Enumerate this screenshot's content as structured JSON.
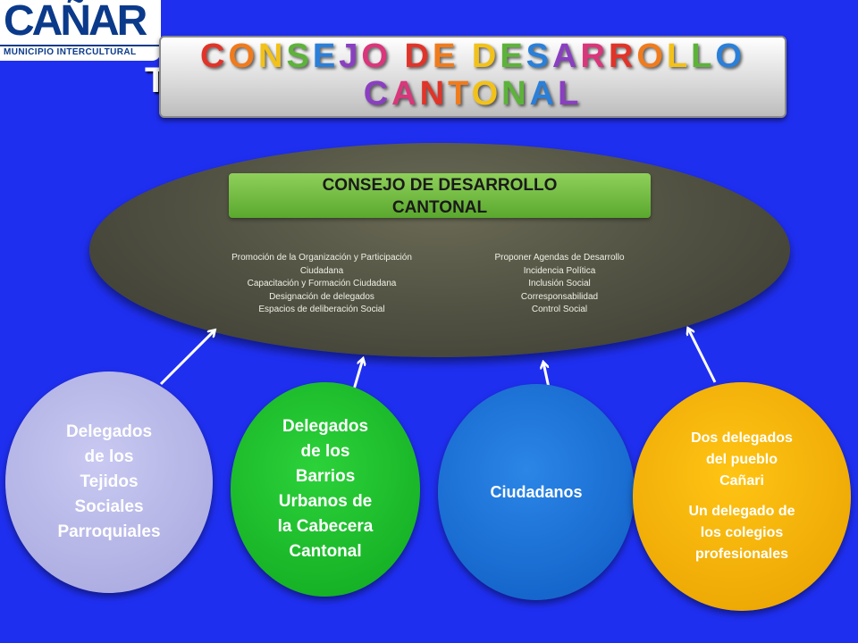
{
  "logo": {
    "name": "CAÑAR",
    "subtitle": "MUNICIPIO INTERCULTURAL"
  },
  "stray_letter": "T",
  "title": {
    "line1": "CONSEJO DE DESARROLLO",
    "line2": "CANTONAL",
    "letter_colors": [
      "#e0342a",
      "#f07b1c",
      "#f2c21a",
      "#5db33a",
      "#2a7fd9",
      "#8a3fc1",
      "#d9367b"
    ]
  },
  "council": {
    "heading_line1": "CONSEJO DE DESARROLLO",
    "heading_line2": "CANTONAL",
    "left_items": [
      "Promoción de la Organización y Participación",
      "Ciudadana",
      "Capacitación y Formación Ciudadana",
      "Designación de delegados",
      "Espacios de deliberación Social"
    ],
    "right_items": [
      "Proponer Agendas de Desarrollo",
      "Incidencia Política",
      "Inclusión Social",
      "Corresponsabilidad",
      "Control Social"
    ]
  },
  "groups": [
    {
      "lines": [
        "Delegados",
        "de los",
        "Tejidos",
        "Sociales",
        "Parroquiales"
      ],
      "color": "#a5a5dd"
    },
    {
      "lines": [
        "Delegados",
        "de los",
        "Barrios",
        "Urbanos de",
        "la Cabecera",
        "Cantonal"
      ],
      "color": "#10a820"
    },
    {
      "lines": [
        "Ciudadanos"
      ],
      "color": "#0f5cc4"
    },
    {
      "lines_top": [
        "Dos delegados",
        "del pueblo",
        "Cañari"
      ],
      "lines_bottom": [
        "Un delegado de",
        "los colegios",
        "profesionales"
      ],
      "color": "#e8a000"
    }
  ]
}
